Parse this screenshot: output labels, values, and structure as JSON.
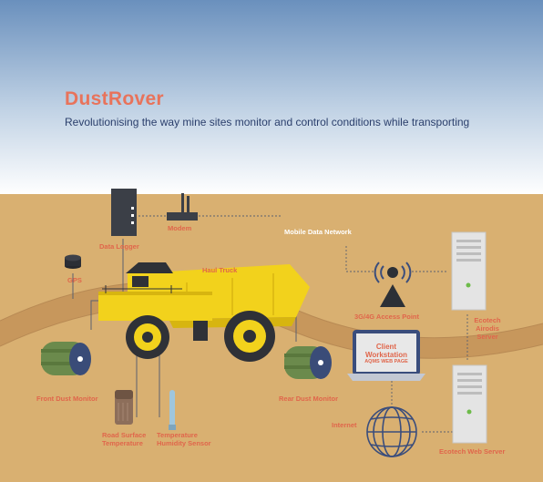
{
  "header": {
    "title": "DustRover",
    "subtitle": "Revolutionising the way mine sites monitor and control conditions while transporting"
  },
  "labels": {
    "data_logger": "Data Logger",
    "modem": "Modem",
    "mobile_data_network": "Mobile Data Network",
    "gps": "GPS",
    "haul_truck": "Haul Truck",
    "access_point": "3G/4G Access Point",
    "ecotech_airodis_server": "Ecotech Airodis Server",
    "client_workstation": "Client Workstation",
    "aqms_web_page": "AQMS WEB PAGE",
    "front_dust_monitor": "Front Dust Monitor",
    "rear_dust_monitor": "Rear Dust Monitor",
    "road_surface_temperature": "Road Surface Temperature",
    "temperature_humidity_sensor": "Temperature Humidity Sensor",
    "internet": "Internet",
    "ecotech_web_server": "Ecotech Web Server"
  },
  "colors": {
    "title_accent": "#e8735b",
    "subtitle_text": "#2b3f6c",
    "sky_top": "#6a90bd",
    "ground": "#d9b071",
    "truck_yellow": "#f2d21c",
    "dust_monitor_green": "#68894a",
    "server_grey": "#e4e4e4",
    "network_navy": "#3a4d7c"
  },
  "icons": [
    "data-logger-icon",
    "modem-icon",
    "gps-icon",
    "access-point-icon",
    "server-icon",
    "laptop-icon",
    "globe-icon",
    "dust-monitor-icon",
    "road-sensor-icon",
    "humidity-sensor-icon",
    "haul-truck-icon"
  ]
}
